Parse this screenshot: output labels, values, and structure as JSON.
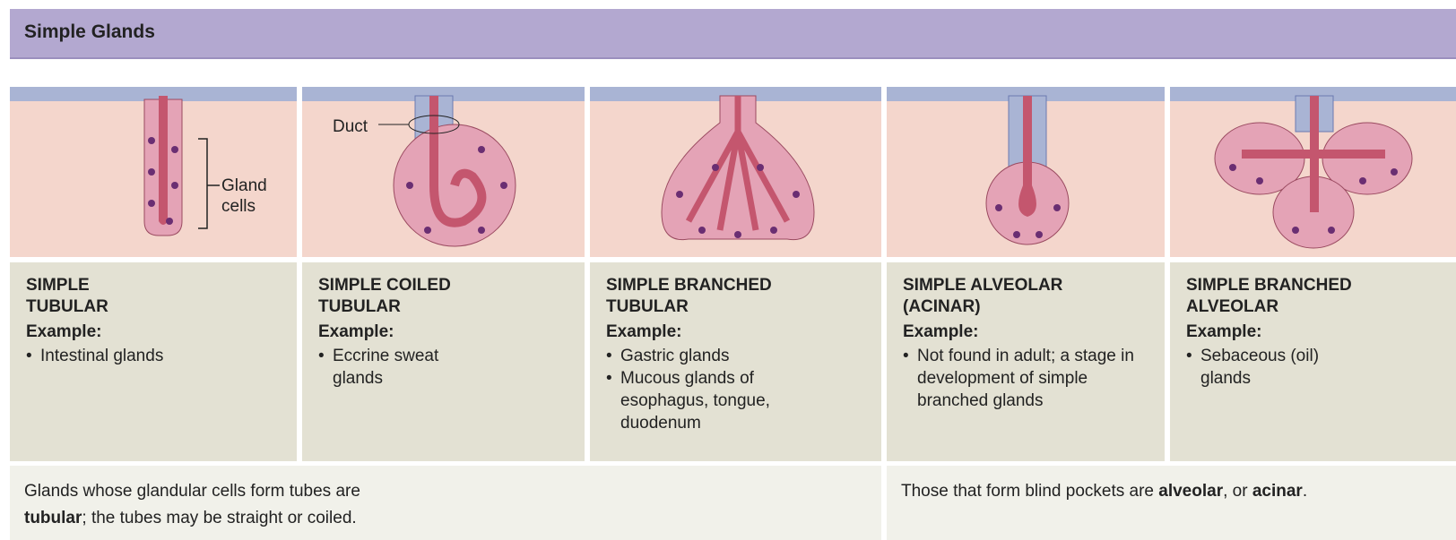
{
  "title": "Simple Glands",
  "labels": {
    "duct": "Duct",
    "gland_cells": "Gland\ncells"
  },
  "glands": [
    {
      "name": "SIMPLE\nTUBULAR",
      "example_label": "Example:",
      "examples": [
        "Intestinal glands"
      ]
    },
    {
      "name": "SIMPLE COILED\nTUBULAR",
      "example_label": "Example:",
      "examples": [
        "Eccrine sweat glands"
      ]
    },
    {
      "name": "SIMPLE BRANCHED\nTUBULAR",
      "example_label": "Example:",
      "examples": [
        "Gastric glands",
        "Mucous glands of esophagus, tongue, duodenum"
      ]
    },
    {
      "name": "SIMPLE ALVEOLAR\n(ACINAR)",
      "example_label": "Example:",
      "examples": [
        "Not found in adult; a stage in development of simple branched glands"
      ]
    },
    {
      "name": "SIMPLE BRANCHED\nALVEOLAR",
      "example_label": "Example:",
      "examples": [
        "Sebaceous (oil) glands"
      ]
    }
  ],
  "notes": {
    "tubular": {
      "pre": "Glands whose glandular cells form tubes are",
      "bold": "tubular",
      "post": "; the tubes may be straight or coiled."
    },
    "alveolar": {
      "pre": "Those that form blind pockets are ",
      "bold1": "alveolar",
      "mid": ", or ",
      "bold2": "acinar",
      "post": "."
    }
  },
  "colors": {
    "header": "#b3a8d0",
    "card": "#e3e1d3",
    "tissue": "#f4d6cc",
    "epithelium": "#a9b4d4",
    "gland": "#e4a3b6",
    "lumen": "#c4566e",
    "nucleus": "#6a2e72"
  }
}
